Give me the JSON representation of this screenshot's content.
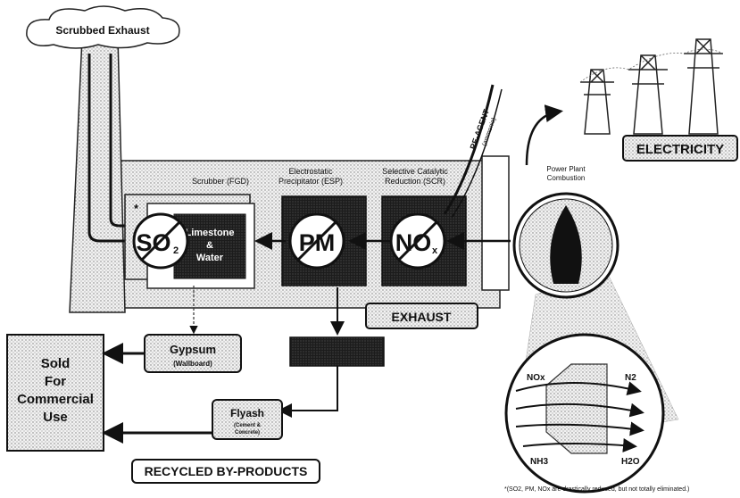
{
  "labels": {
    "scrubbed_exhaust": "Scrubbed Exhaust",
    "scrubber_title": "Scrubber (FGD)",
    "esp_title_1": "Electrostatic",
    "esp_title_2": "Precipitator (ESP)",
    "scr_title_1": "Selective Catalytic",
    "scr_title_2": "Reduction (SCR)",
    "power_plant_1": "Power Plant",
    "power_plant_2": "Combustion",
    "reagent_1": "RE-AGENT",
    "reagent_2": "(ammonia)",
    "electricity": "ELECTRICITY",
    "exhaust": "EXHAUST",
    "gypsum": "Gypsum",
    "wallboard": "(Wallboard)",
    "flyash": "Flyash",
    "flyash_sub_1": "(Cement &",
    "flyash_sub_2": "Concrete)",
    "sold_1": "Sold",
    "sold_2": "For",
    "sold_3": "Commercial",
    "sold_4": "Use",
    "recycled": "RECYCLED BY-PRODUCTS",
    "limestone_1": "Limestone",
    "limestone_2": "&",
    "limestone_3": "Water",
    "asterisk": "*",
    "footnote": "*(SO2, PM, NOx are drastically reduced, but not totally eliminated.)"
  },
  "pollutants": {
    "so2": "SO",
    "so2_sub": "2",
    "pm": "PM",
    "nox": "NO",
    "nox_sub": "x"
  },
  "catalyst": {
    "nox_in": "NOx",
    "nh3_in": "NH3",
    "n2_out": "N2",
    "h2o_out": "H2O"
  }
}
